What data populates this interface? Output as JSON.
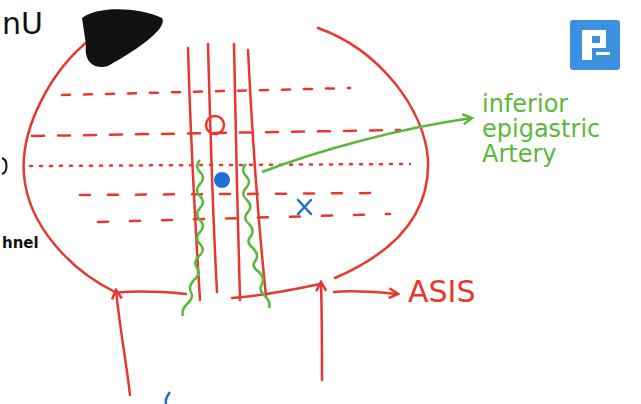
{
  "diagram": {
    "labels": [
      "nU",
      "inferior epigastric Artery",
      "ASIS",
      "hnel"
    ]
  }
}
